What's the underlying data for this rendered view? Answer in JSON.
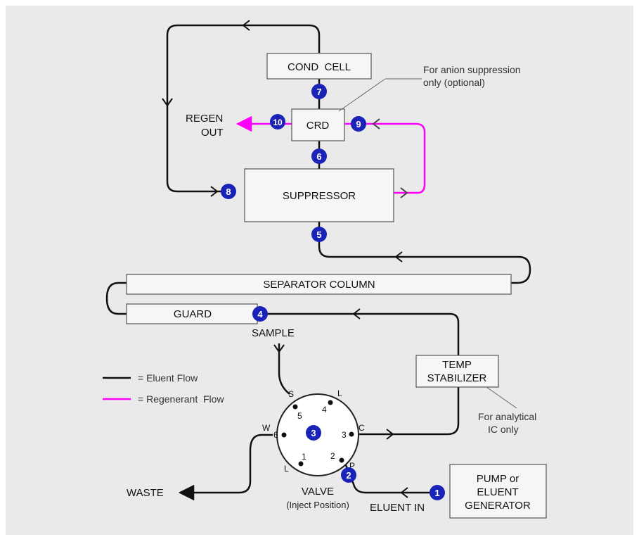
{
  "colors": {
    "eluent": "#111111",
    "regenerant": "#ff00ff",
    "badge": "#1a23b8",
    "panel": "#eaeaea",
    "box": "#f6f6f6"
  },
  "boxes": {
    "cond_cell": "COND  CELL",
    "crd": "CRD",
    "suppressor": "SUPPRESSOR",
    "separator": "SEPARATOR COLUMN",
    "guard": "GUARD",
    "temp_line1": "TEMP",
    "temp_line2": "STABILIZER",
    "pump_line1": "PUMP or",
    "pump_line2": "ELUENT",
    "pump_line3": "GENERATOR"
  },
  "labels": {
    "regen_line1": "REGEN",
    "regen_line2": "OUT",
    "sample": "SAMPLE",
    "waste": "WASTE",
    "valve_line1": "VALVE",
    "valve_line2": "(Inject Position)",
    "eluent_in": "ELUENT IN",
    "crd_note_line1": "For anion suppression",
    "crd_note_line2": "only (optional)",
    "temp_note_line1": "For analytical",
    "temp_note_line2": "IC only"
  },
  "legend": {
    "eluent": "= Eluent Flow",
    "regenerant": "= Regenerant  Flow"
  },
  "badges": [
    "1",
    "2",
    "3",
    "4",
    "5",
    "6",
    "7",
    "8",
    "9",
    "10"
  ],
  "valve_ports": {
    "p1": "1",
    "p2": "2",
    "p3": "3",
    "p4": "4",
    "p5": "5",
    "p6": "6",
    "S": "S",
    "L_top": "L",
    "C": "C",
    "P": "P",
    "L_bottom": "L",
    "W": "W"
  }
}
